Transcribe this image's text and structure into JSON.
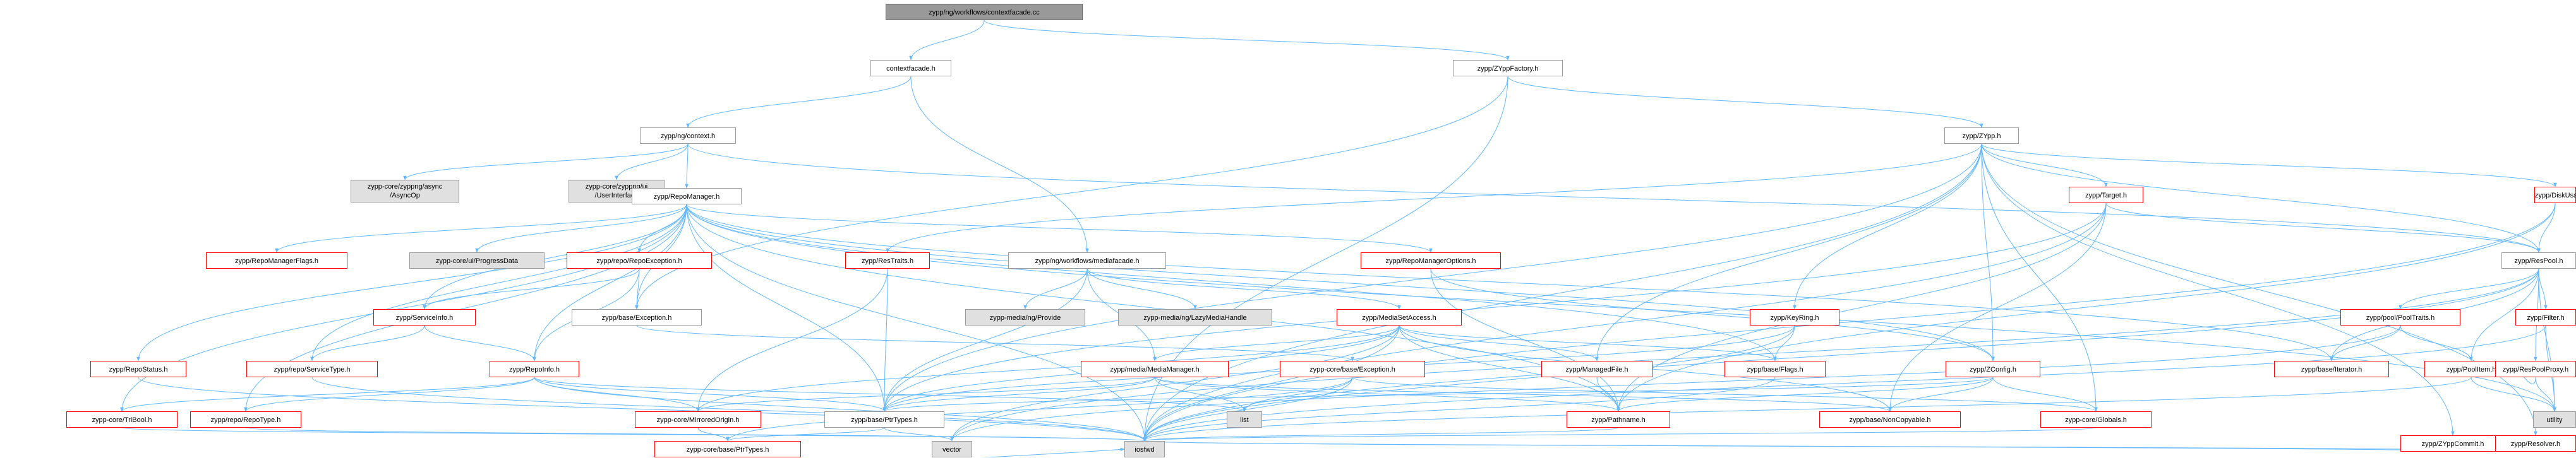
{
  "edge_color": "#63b8ff",
  "nodes": {
    "root": "zypp/ng/workflows/contextfacade.cc",
    "contextfacade": "contextfacade.h",
    "zyppfactory": "zypp/ZYppFactory.h",
    "ngcontext": "zypp/ng/context.h",
    "zypph": "zypp/ZYpp.h",
    "asyncop": "zypp-core/zyppng/async\n/AsyncOp",
    "userinterface": "zypp-core/zyppng/ui\n/UserInterface",
    "repomanager": "zypp/RepoManager.h",
    "target": "zypp/Target.h",
    "diskusage": "zypp/DiskUsageCounter.h",
    "repomanagerflags": "zypp/RepoManagerFlags.h",
    "progressdata": "zypp-core/ui/ProgressData",
    "repoexception": "zypp/repo/RepoException.h",
    "restraits": "zypp/ResTraits.h",
    "mediafacade": "zypp/ng/workflows/mediafacade.h",
    "repomanageroptions": "zypp/RepoManagerOptions.h",
    "respool": "zypp/ResPool.h",
    "serviceinfo": "zypp/ServiceInfo.h",
    "baseexception": "zypp/base/Exception.h",
    "provide": "zypp-media/ng/Provide",
    "lazymedia": "zypp-media/ng/LazyMediaHandle",
    "mediasetaccess": "zypp/MediaSetAccess.h",
    "keyring": "zypp/KeyRing.h",
    "pooltraits": "zypp/pool/PoolTraits.h",
    "filter": "zypp/Filter.h",
    "repostatus": "zypp/RepoStatus.h",
    "servicetype": "zypp/repo/ServiceType.h",
    "repoinfo": "zypp/RepoInfo.h",
    "mediamanager": "zypp/media/MediaManager.h",
    "coreexception": "zypp-core/base/Exception.h",
    "managedfile": "zypp/ManagedFile.h",
    "baseflags": "zypp/base/Flags.h",
    "zconfig": "zypp/ZConfig.h",
    "baseiterator": "zypp/base/Iterator.h",
    "poolitem": "zypp/PoolItem.h",
    "respoolproxy": "zypp/ResPoolProxy.h",
    "tribool": "zypp-core/TriBool.h",
    "repotype": "zypp/repo/RepoType.h",
    "mirroredorigin": "zypp-core/MirroredOrigin.h",
    "baseptrtypes": "zypp/base/PtrTypes.h",
    "list": "list",
    "pathname": "zypp/Pathname.h",
    "noncopyable": "zypp/base/NonCopyable.h",
    "globals": "zypp-core/Globals.h",
    "utility": "utility",
    "vector": "vector",
    "coreptrtypes": "zypp-core/base/PtrTypes.h",
    "zyppcommit": "zypp/ZYppCommit.h",
    "resolver": "zypp/Resolver.h",
    "iosfwd": "iosfwd"
  }
}
